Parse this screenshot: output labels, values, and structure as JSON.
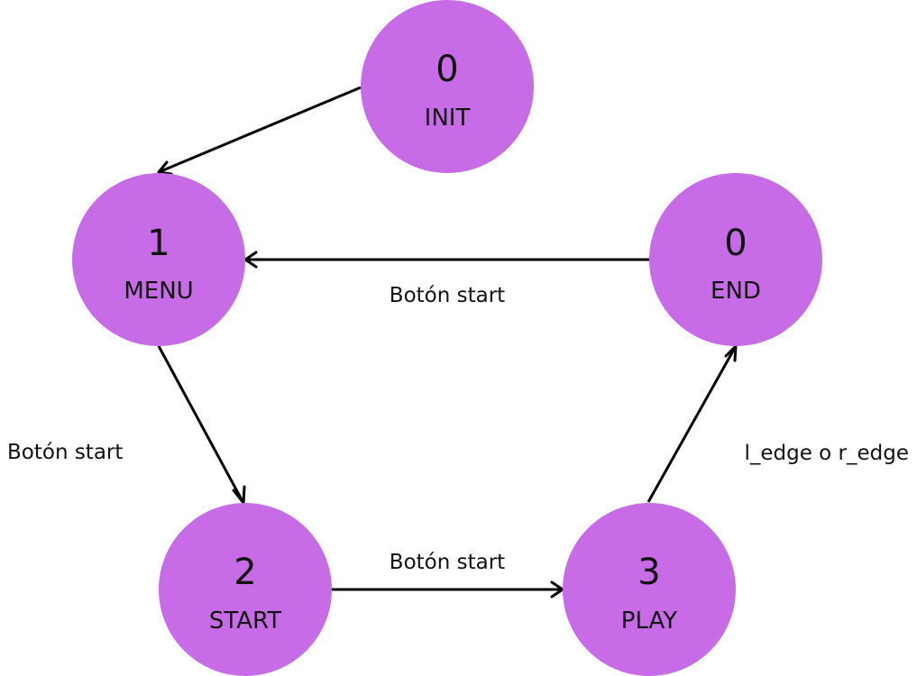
{
  "colors": {
    "node_fill": "#c76ce6",
    "edge": "#000000",
    "text": "#111111"
  },
  "nodes": [
    {
      "id": "init",
      "number": "0",
      "label": "INIT"
    },
    {
      "id": "menu",
      "number": "1",
      "label": "MENU"
    },
    {
      "id": "end",
      "number": "0",
      "label": "END"
    },
    {
      "id": "start",
      "number": "2",
      "label": "START"
    },
    {
      "id": "play",
      "number": "3",
      "label": "PLAY"
    }
  ],
  "edges": [
    {
      "id": "init-to-menu",
      "from": "init",
      "to": "menu",
      "label": ""
    },
    {
      "id": "end-to-menu",
      "from": "end",
      "to": "menu",
      "label": "Botón start"
    },
    {
      "id": "menu-to-start",
      "from": "menu",
      "to": "start",
      "label": "Botón start"
    },
    {
      "id": "start-to-play",
      "from": "start",
      "to": "play",
      "label": "Botón start"
    },
    {
      "id": "play-to-end",
      "from": "play",
      "to": "end",
      "label": "l_edge o r_edge"
    }
  ]
}
